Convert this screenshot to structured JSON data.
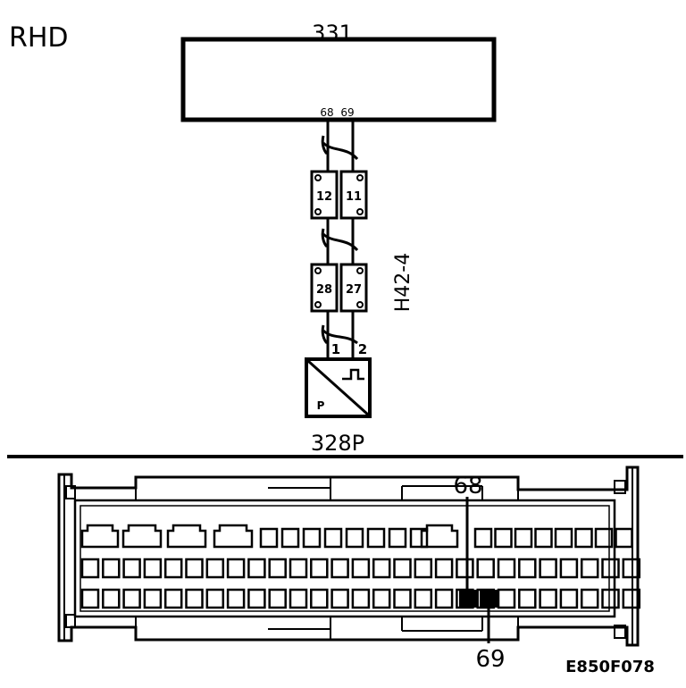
{
  "drive_label": "RHD",
  "ecu_label": "331",
  "ecu_pin_a": "68",
  "ecu_pin_b": "69",
  "connector_a": {
    "left_pin": "12",
    "right_pin": "11"
  },
  "connector_b": {
    "left_pin": "28",
    "right_pin": "27"
  },
  "connector_name": "H42-4",
  "sensor_pin_a": "1",
  "sensor_pin_b": "2",
  "sensor_symbol_letter": "P",
  "sensor_label": "328P",
  "plug_pin_top": "68",
  "plug_pin_bottom": "69",
  "figure_code": "E850F078"
}
